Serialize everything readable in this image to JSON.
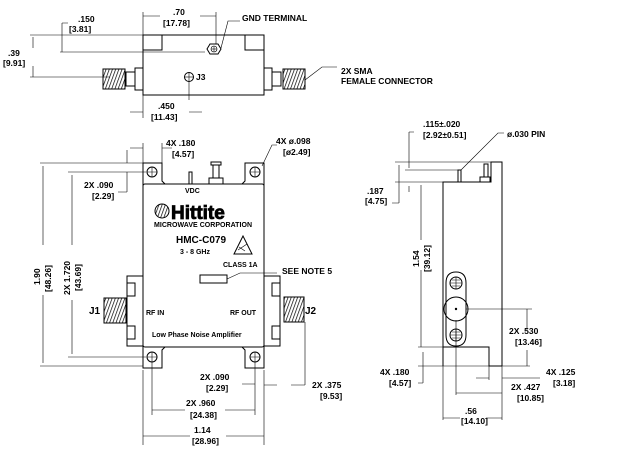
{
  "top_view": {
    "dim_150": ".150",
    "dim_150_mm": "[3.81]",
    "dim_70": ".70",
    "dim_70_mm": "[17.78]",
    "gnd_terminal": "GND TERMINAL",
    "dim_39": ".39",
    "dim_39_mm": "[9.91]",
    "sma_line1": "2X SMA",
    "sma_line2": "FEMALE CONNECTOR",
    "j3": "J3",
    "dim_450": ".450",
    "dim_450_mm": "[11.43]"
  },
  "front_view": {
    "dim_4x180": "4X .180",
    "dim_4x180_mm": "[4.57]",
    "dim_hole": "4X ø.098",
    "dim_hole_mm": "[ø2.49]",
    "dim_2x090_top": "2X .090",
    "dim_2x090_top_mm": "[2.29]",
    "dim_190": "1.90",
    "dim_190_mm": "[48.26]",
    "dim_1720": "2X 1.720",
    "dim_1720_mm": "[43.69]",
    "vdc": "VDC",
    "logo": "Hittite",
    "company": "MICROWAVE CORPORATION",
    "part_number": "HMC-C079",
    "frequency": "3 - 8 GHz",
    "esd_class": "CLASS 1A",
    "see_note": "SEE NOTE 5",
    "j1": "J1",
    "j2": "J2",
    "rf_in": "RF IN",
    "rf_out": "RF OUT",
    "description": "Low Phase Noise Amplifier",
    "dim_2x090_bot": "2X .090",
    "dim_2x090_bot_mm": "[2.29]",
    "dim_375": "2X .375",
    "dim_375_mm": "[9.53]",
    "dim_960": "2X .960",
    "dim_960_mm": "[24.38]",
    "dim_114": "1.14",
    "dim_114_mm": "[28.96]"
  },
  "side_view": {
    "dim_115": ".115±.020",
    "dim_115_mm": "[2.92±0.51]",
    "pin": "ø.030 PIN",
    "dim_187": ".187",
    "dim_187_mm": "[4.75]",
    "dim_154": "1.54",
    "dim_154_mm": "[39.12]",
    "dim_530": "2X .530",
    "dim_530_mm": "[13.46]",
    "dim_4x180": "4X .180",
    "dim_4x180_mm": "[4.57]",
    "dim_125": "4X .125",
    "dim_125_mm": "[3.18]",
    "dim_427": "2X .427",
    "dim_427_mm": "[10.85]",
    "dim_56": ".56",
    "dim_56_mm": "[14.10]"
  }
}
